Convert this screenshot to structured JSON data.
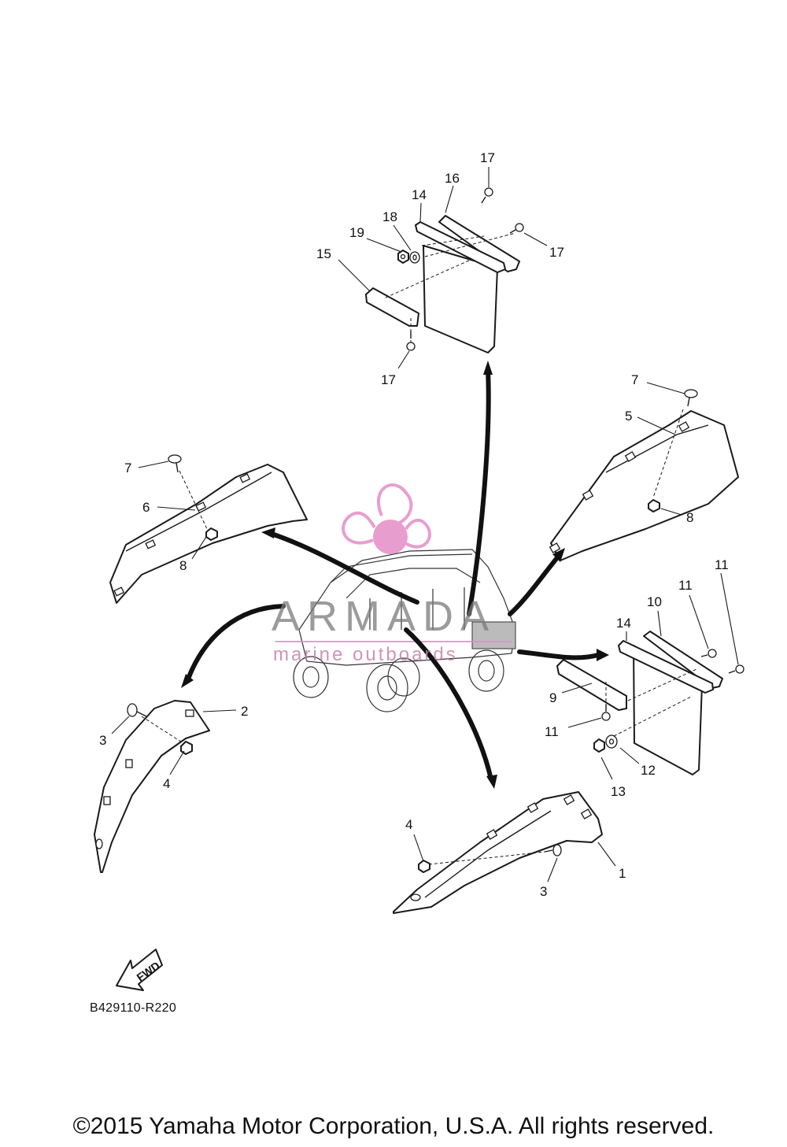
{
  "diagram": {
    "code": "B429110-R220",
    "fwd_label": "FWD",
    "copyright": "©2015 Yamaha Motor Corporation, U.S.A. All rights reserved."
  },
  "watermark": {
    "brand": "ARMADA",
    "tagline": "marine outboards",
    "logo_color": "#e58cc7"
  },
  "callouts": {
    "c1": "1",
    "c2": "2",
    "c3a": "3",
    "c3b": "3",
    "c4a": "4",
    "c4b": "4",
    "c5": "5",
    "c6": "6",
    "c7a": "7",
    "c7b": "7",
    "c8a": "8",
    "c8b": "8",
    "c9": "9",
    "c10": "10",
    "c11a": "11",
    "c11b": "11",
    "c11c": "11",
    "c12": "12",
    "c13": "13",
    "c14a": "14",
    "c14b": "14",
    "c15": "15",
    "c16": "16",
    "c17a": "17",
    "c17b": "17",
    "c17c": "17",
    "c18": "18",
    "c19": "19"
  },
  "colors": {
    "line": "#1a1a1a",
    "watermark_text": "#7a7a7a",
    "watermark_pink": "#e58cc7"
  }
}
